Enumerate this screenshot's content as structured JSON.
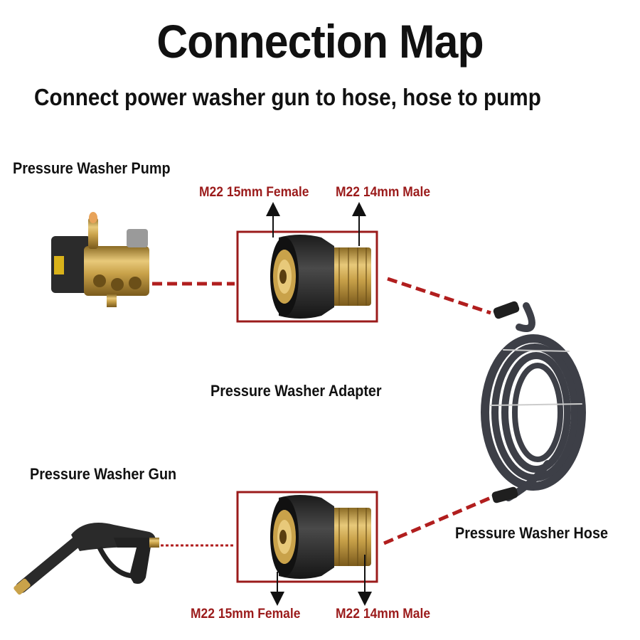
{
  "title": "Connection Map",
  "subtitle": "Connect power washer gun to hose, hose to pump",
  "components": {
    "pump": "Pressure Washer Pump",
    "gun": "Pressure Washer Gun",
    "adapter": "Pressure Washer Adapter",
    "hose": "Pressure Washer Hose"
  },
  "top_adapter": {
    "female_label": "M22 15mm Female",
    "male_label": "M22 14mm Male"
  },
  "bottom_adapter": {
    "female_label": "M22 15mm Female",
    "male_label": "M22 14mm Male"
  },
  "colors": {
    "accent_red": "#9b1b1b",
    "brass": "#c9a24a",
    "rubber": "#2a2a2a"
  }
}
